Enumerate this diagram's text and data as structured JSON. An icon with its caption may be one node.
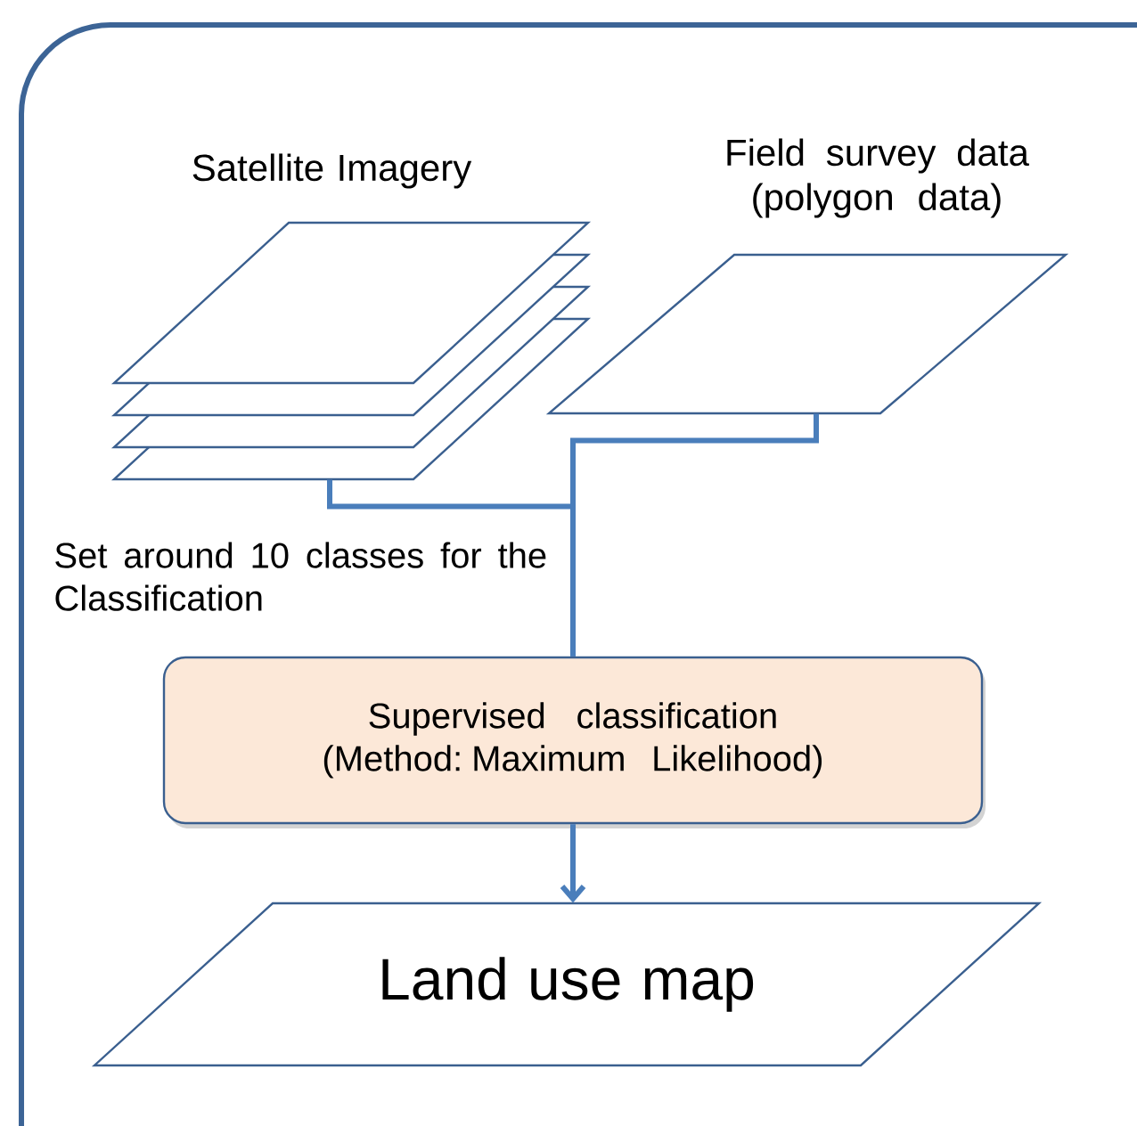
{
  "diagram": {
    "nodes": [
      {
        "text": [
          "Satellite Imagery"
        ]
      },
      {
        "text": [
          "Field survey data (polygon data)"
        ]
      },
      {
        "text": [
          "Supervised classification (Method: Maximum Likelihood)"
        ]
      },
      {
        "text": [
          "Land use map"
        ]
      }
    ],
    "edges": [
      {
        "from": 0,
        "to": 2,
        "arrow": "none"
      },
      {
        "from": 1,
        "to": 2,
        "arrow": "none"
      },
      {
        "from": 2,
        "to": 3,
        "arrow": "to"
      }
    ],
    "labels": [
      "Set around 10 classes for the Classification"
    ]
  }
}
